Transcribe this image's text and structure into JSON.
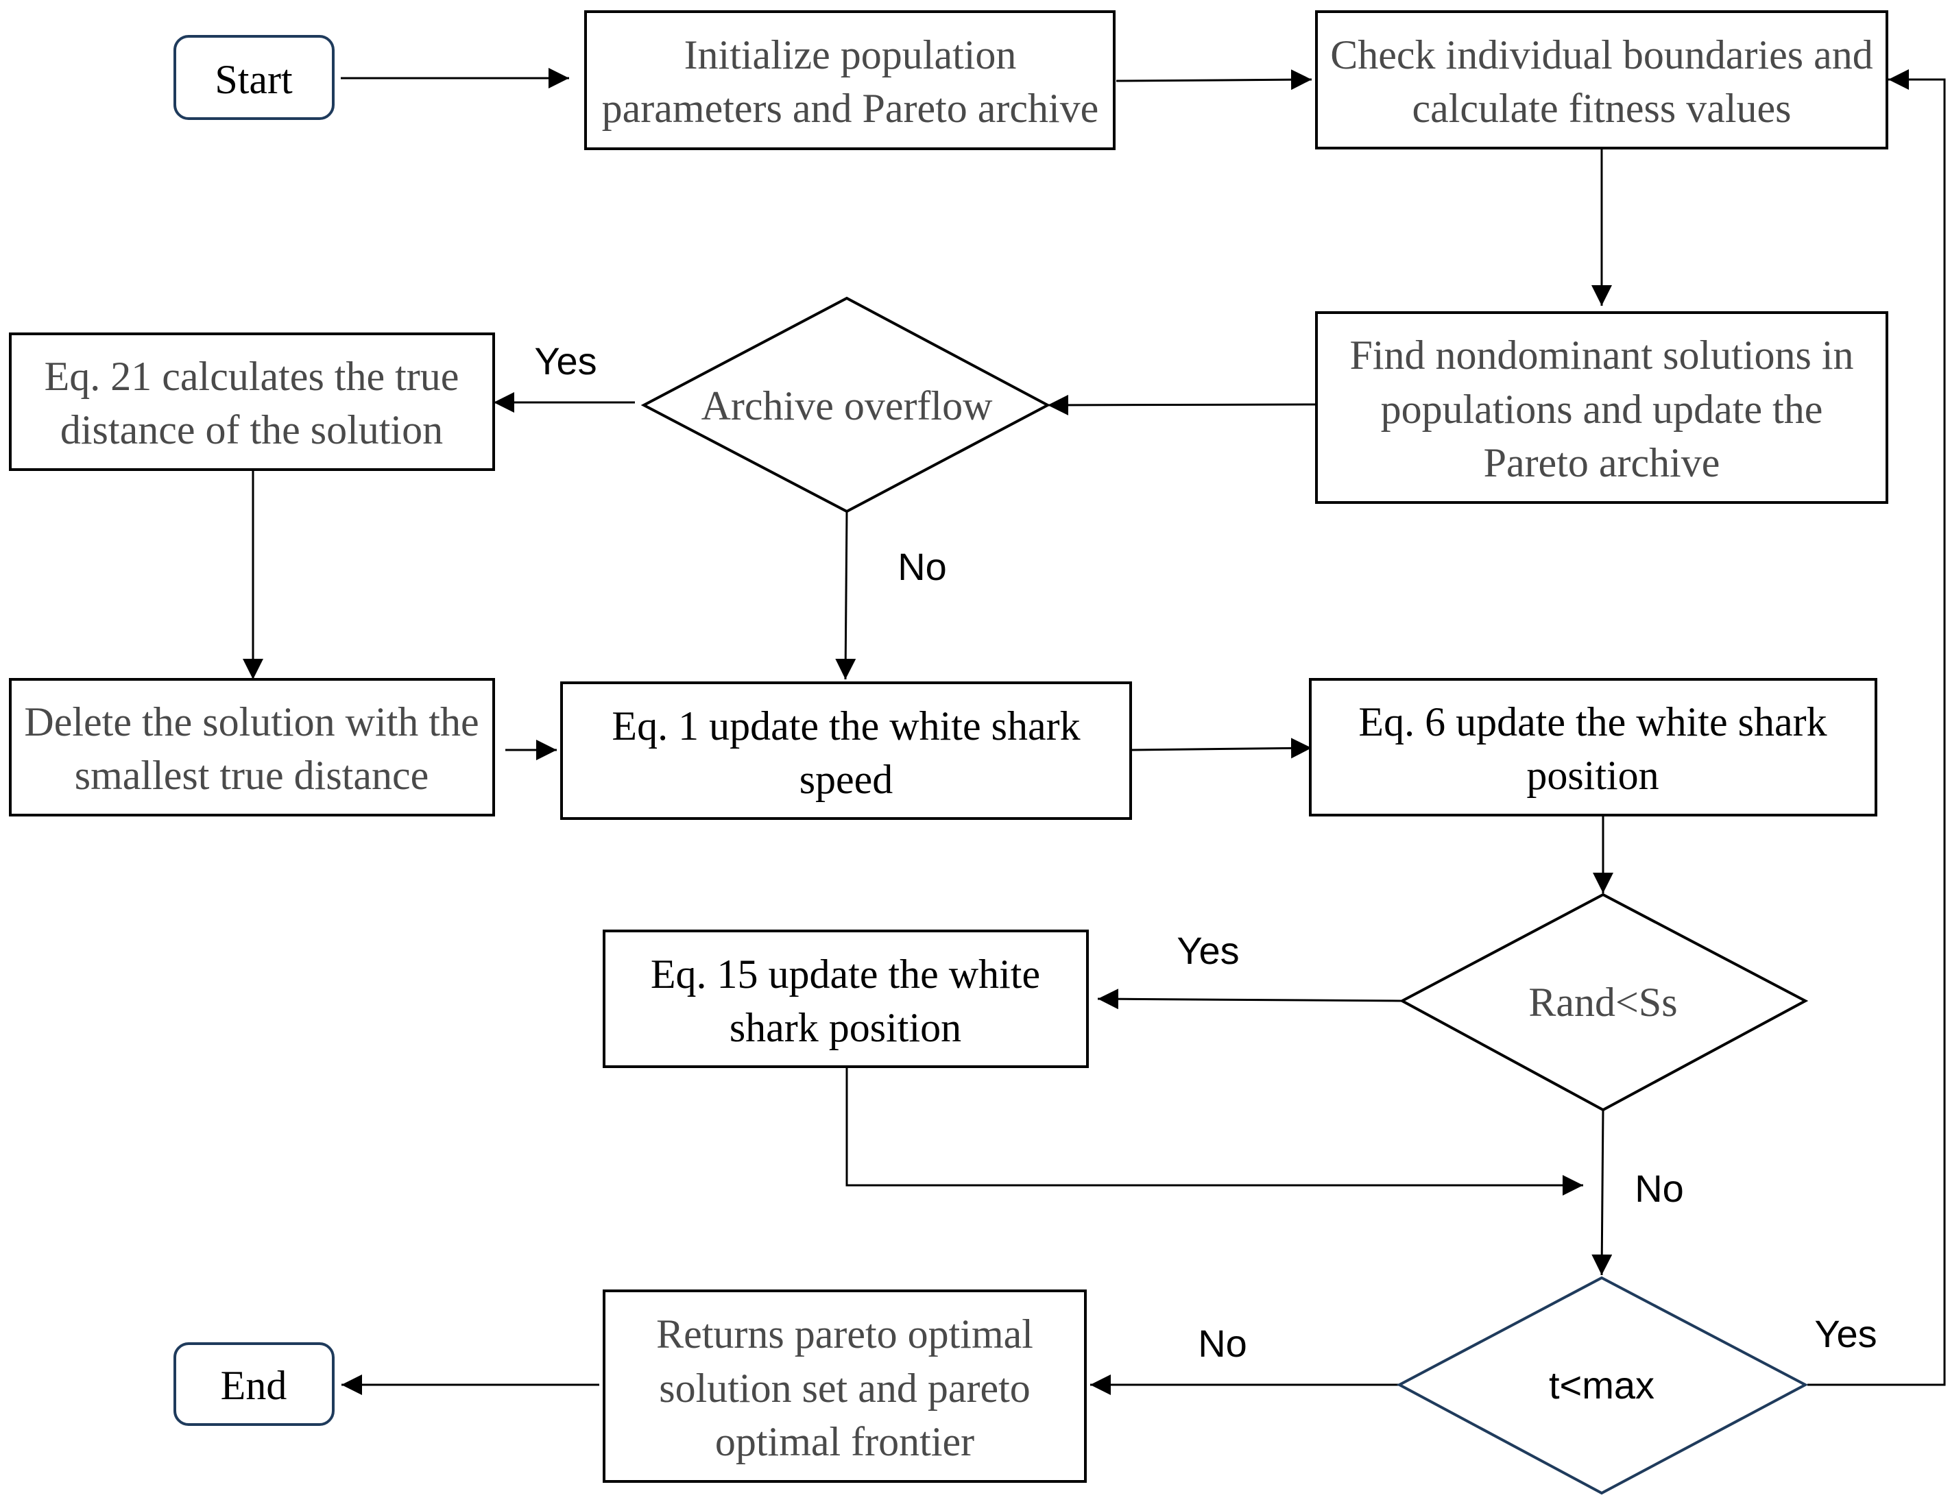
{
  "nodes": {
    "start": {
      "label": "Start"
    },
    "init": {
      "lines": [
        "Initialize population",
        "parameters and Pareto archive"
      ]
    },
    "check": {
      "lines": [
        "Check individual boundaries and",
        "calculate fitness values"
      ]
    },
    "find": {
      "lines": [
        "Find nondominant solutions in",
        "populations and update the",
        "Pareto archive"
      ]
    },
    "archive": {
      "label": "Archive overflow"
    },
    "eq21": {
      "lines": [
        "Eq. 21 calculates the true",
        "distance of the solution"
      ]
    },
    "delete": {
      "lines": [
        "Delete the solution with the",
        "smallest true distance"
      ]
    },
    "eq1": {
      "lines": [
        "Eq. 1 update the white shark",
        "speed"
      ]
    },
    "eq6": {
      "lines": [
        "Eq. 6 update the white shark",
        "position"
      ]
    },
    "rand": {
      "label": "Rand<Ss"
    },
    "eq15": {
      "lines": [
        "Eq. 15 update the white",
        "shark position"
      ]
    },
    "tmax": {
      "label": "t<max"
    },
    "returns": {
      "lines": [
        "Returns pareto optimal",
        "solution set and pareto",
        "optimal frontier"
      ]
    },
    "end": {
      "label": "End"
    }
  },
  "edge_labels": {
    "archive_yes": "Yes",
    "archive_no": "No",
    "rand_yes": "Yes",
    "rand_no": "No",
    "tmax_no": "No",
    "tmax_yes": "Yes"
  }
}
